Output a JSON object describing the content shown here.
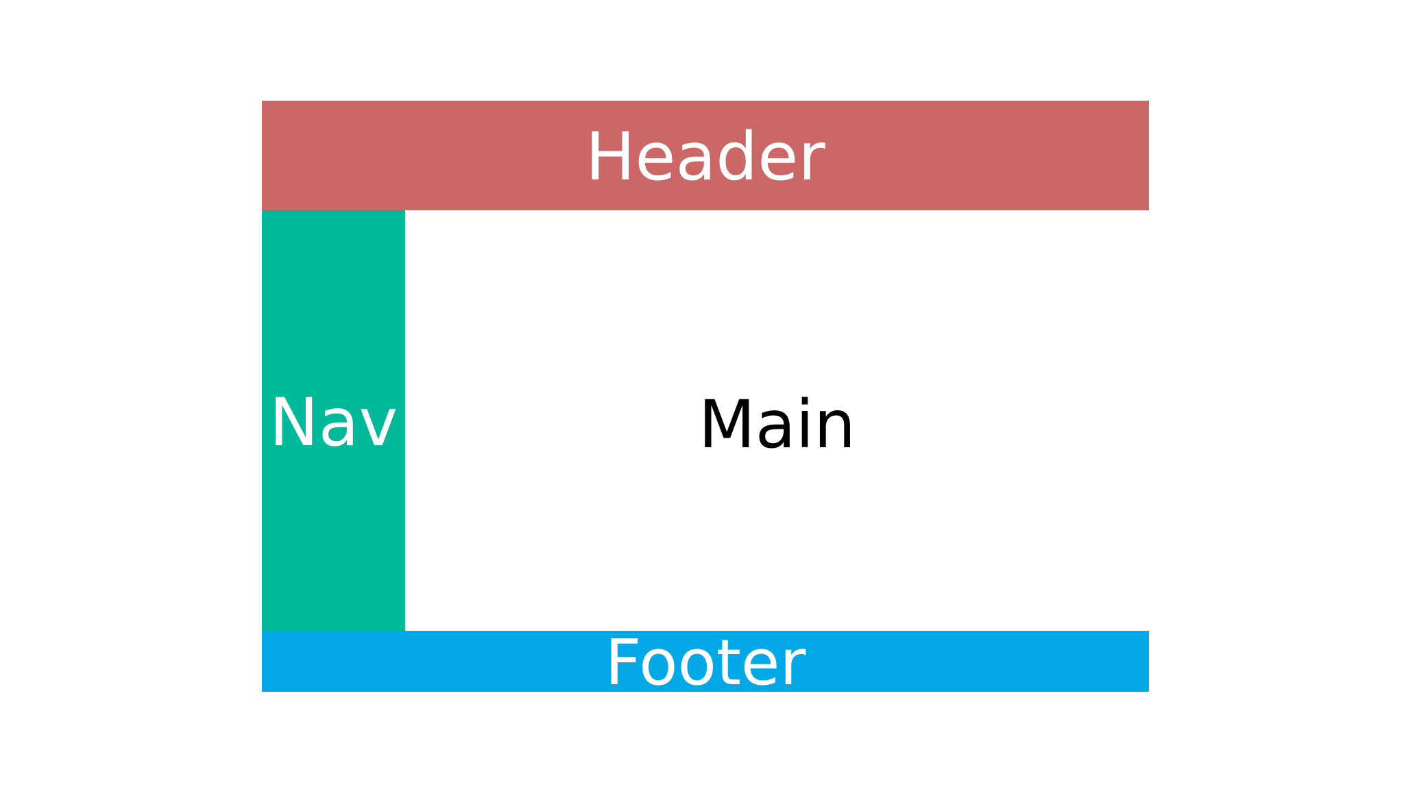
{
  "diagram": {
    "header": {
      "label": "Header",
      "background": "#CB6767",
      "text_color": "#FFFFFF"
    },
    "nav": {
      "label": "Nav",
      "background": "#00B89A",
      "text_color": "#FFFFFF"
    },
    "main": {
      "label": "Main",
      "background": "#FFFFFF",
      "text_color": "#000000"
    },
    "footer": {
      "label": "Footer",
      "background": "#03A9E6",
      "text_color": "#FFFFFF"
    }
  }
}
